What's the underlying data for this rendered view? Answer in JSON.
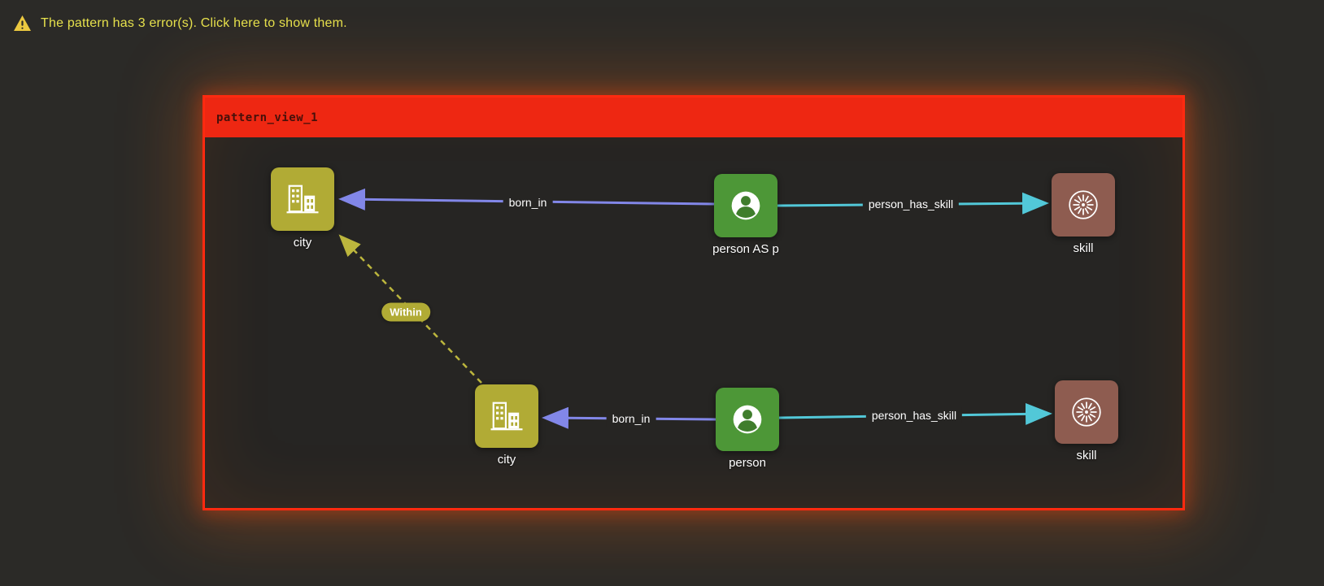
{
  "alert": {
    "text": "The pattern has 3 error(s). Click here to show them.",
    "error_count": 3,
    "text_color": "#e6e14c"
  },
  "panel": {
    "title": "pattern_view_1",
    "border_color": "#ff2a10",
    "header_bg": "#ee2712"
  },
  "nodes": {
    "city_top": {
      "label": "city",
      "type": "city",
      "color": "#b1ab35"
    },
    "person_top": {
      "label": "person AS p",
      "type": "person",
      "color": "#4d9737"
    },
    "skill_top": {
      "label": "skill",
      "type": "skill",
      "color": "#8e5c50"
    },
    "city_bottom": {
      "label": "city",
      "type": "city",
      "color": "#b1ab35"
    },
    "person_bottom": {
      "label": "person",
      "type": "person",
      "color": "#4d9737"
    },
    "skill_bottom": {
      "label": "skill",
      "type": "skill",
      "color": "#8e5c50"
    }
  },
  "edges": {
    "born_in_top": {
      "label": "born_in",
      "from": "person AS p",
      "to": "city",
      "color": "#8287e8",
      "style": "solid"
    },
    "person_has_skill_top": {
      "label": "person_has_skill",
      "from": "person AS p",
      "to": "skill",
      "color": "#52c8d8",
      "style": "solid"
    },
    "born_in_bottom": {
      "label": "born_in",
      "from": "person",
      "to": "city",
      "color": "#8287e8",
      "style": "solid"
    },
    "person_has_skill_bottom": {
      "label": "person_has_skill",
      "from": "person",
      "to": "skill",
      "color": "#52c8d8",
      "style": "solid"
    },
    "within": {
      "label": "Within",
      "from": "city",
      "to": "city",
      "color": "#bcb63d",
      "style": "dashed"
    }
  }
}
